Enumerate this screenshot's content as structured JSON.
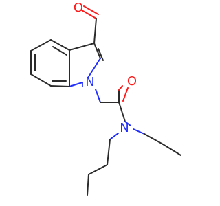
{
  "molecule": {
    "atoms": {
      "n_indole": "N",
      "n_indole_locant": "1",
      "n_amide": "N",
      "o_aldehyde": "O",
      "o_amide": "O"
    },
    "colors": {
      "carbon_bond": "#2b2b2b",
      "nitrogen": "#1f2dff",
      "oxygen": "#ff1a1a",
      "background": "#ffffff"
    }
  }
}
